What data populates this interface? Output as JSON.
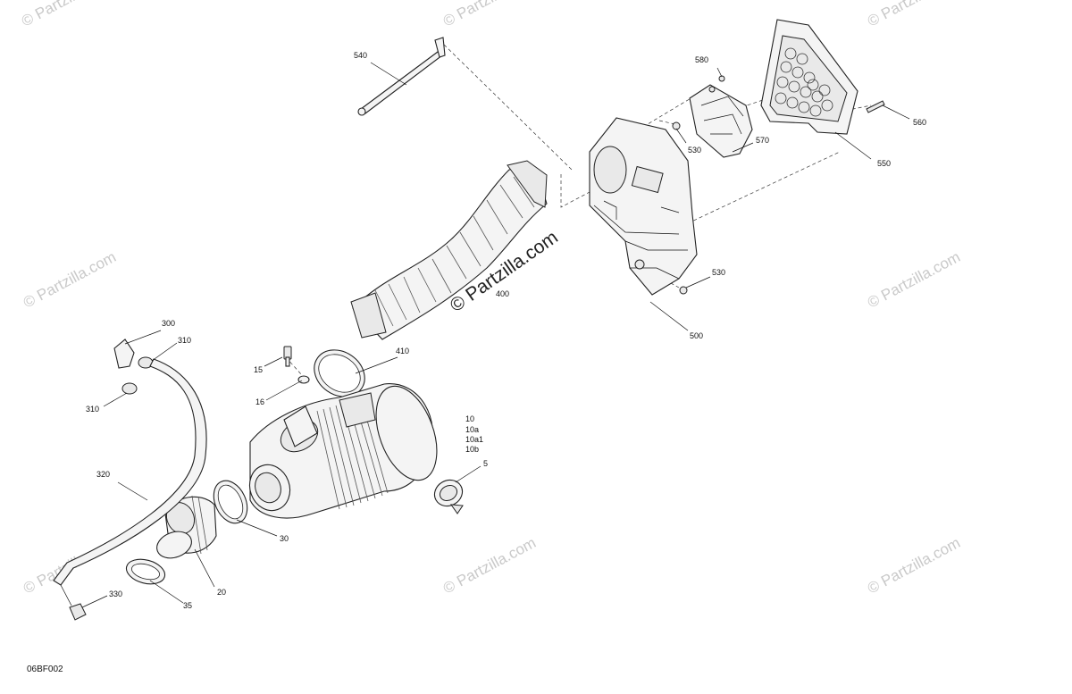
{
  "diagram": {
    "code": "06BF002",
    "watermark_main": "© Partzilla.com",
    "watermark_small": "© Partzilla.com",
    "callouts": {
      "c540": "540",
      "c580": "580",
      "c560": "560",
      "c530a": "530",
      "c570": "570",
      "c550": "550",
      "c530b": "530",
      "c500": "500",
      "c400": "400",
      "c410": "410",
      "c15": "15",
      "c16": "16",
      "c300": "300",
      "c310a": "310",
      "c310b": "310",
      "c320": "320",
      "c10": "10",
      "c10a": "10a",
      "c10a1": "10a1",
      "c10b": "10b",
      "c5": "5",
      "c30": "30",
      "c20": "20",
      "c35": "35",
      "c330": "330"
    }
  }
}
